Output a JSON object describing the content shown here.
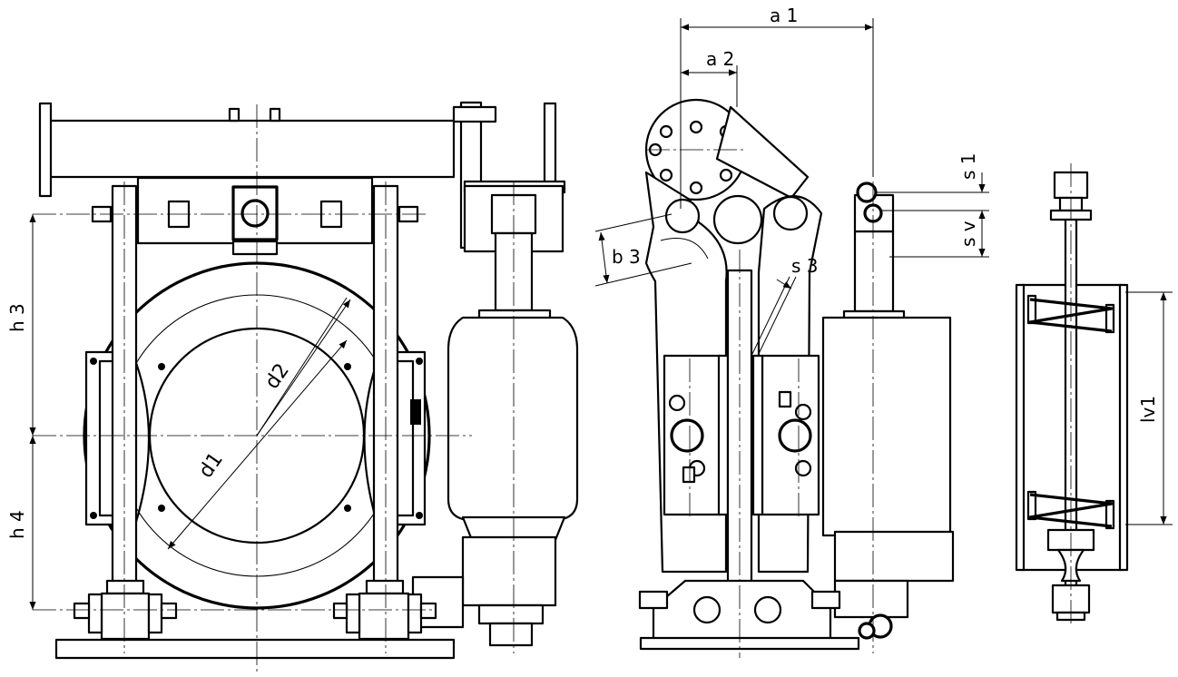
{
  "dimension_labels": {
    "a1": "a 1",
    "a2": "a 2",
    "s1": "s 1",
    "sv": "s v",
    "b3": "b 3",
    "s3": "s 3",
    "h3": "h 3",
    "h4": "h 4",
    "d1": "d1",
    "d2": "d2",
    "lv1": "lv1"
  }
}
